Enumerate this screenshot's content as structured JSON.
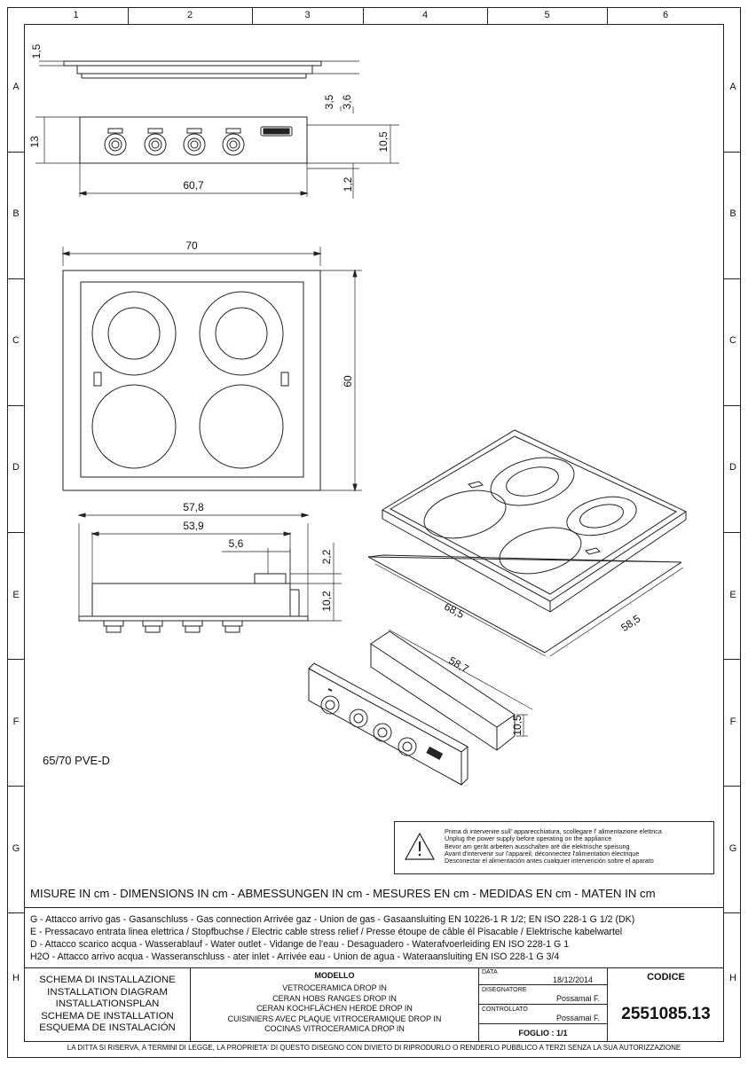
{
  "columns": [
    "1",
    "2",
    "3",
    "4",
    "5",
    "6"
  ],
  "rows": [
    "A",
    "B",
    "C",
    "D",
    "E",
    "F",
    "G",
    "H"
  ],
  "dimensions": {
    "front_knob_height": "1,5",
    "top_offset_1": "3,5",
    "top_offset_2": "3,6",
    "front_panel_height": "13",
    "front_panel_inner_height": "10,5",
    "front_panel_base": "1,2",
    "front_panel_width": "60,7",
    "hob_width": "70",
    "hob_depth": "60",
    "side_width_outer": "57,8",
    "side_width_inner": "53,9",
    "side_offset": "5,6",
    "side_top": "2,2",
    "side_height": "10,2",
    "cutout_width": "68,5",
    "cutout_depth": "58,5",
    "panel_length": "58,7",
    "panel_height": "10,5"
  },
  "model_label": "65/70 PVE-D",
  "warning": {
    "icon": "warning-triangle-icon",
    "lines": [
      "Prima di intervenire sull' apparecchiatura, scollegare l' alimentazione elettrica",
      "Unplug the power supply before operating on the appliance",
      "Bevor am gerät arbeiten ausschalten arë die elektrische speisung",
      "Avant d'intervenir sur l'appareil, déconnectez l'alimentation électrique",
      "Desconectar el alimentación antes cualquier intervención sobre el aparato"
    ]
  },
  "units_line": "MISURE IN cm - DIMENSIONS IN cm - ABMESSUNGEN IN cm - MESURES EN cm - MEDIDAS EN cm - MATEN IN cm",
  "connections": [
    "G - Attacco arrivo gas - Gasanschluss - Gas connection Arrivée gaz - Union de gas - Gasaansluiting EN 10226-1 R 1/2; EN ISO 228-1 G 1/2 (DK)",
    "E - Pressacavo entrata linea elettrica / Stopfbuchse / Electric cable stress relief / Presse étoupe de câble él Pisacable / Elektrische kabelwartel",
    "D - Attacco scarico acqua  - Wasserablauf - Water outlet - Vidange de l'eau - Desaguadero - Waterafvoerleiding  EN ISO 228-1  G 1",
    "H2O - Attacco arrivo acqua - Wasseranschluss - ater inlet - Arrivée eau - Union de agua - Wateraansluiting   EN ISO 228-1  G 3/4"
  ],
  "title_block": {
    "diagram_titles": [
      "SCHEMA DI INSTALLAZIONE",
      "INSTALLATION DIAGRAM",
      "INSTALLATIONSPLAN",
      "SCHEMA DE INSTALLATION",
      "ESQUEMA DE INSTALACIÓN"
    ],
    "modello_label": "MODELLO",
    "model_lines": [
      "VETROCERAMICA DROP IN",
      "CERAN HOBS RANGES DROP IN",
      "CERAN KOCHFLÄCHEN HERDE DROP IN",
      "CUISINIERS AVEC PLAQUE VITROCERAMIQUE DROP IN",
      "COCINAS VITROCERAMICA DROP IN"
    ],
    "data_label": "DATA",
    "data_value": "18/12/2014",
    "designer_label": "DISEGNATORE",
    "designer_value": "Possamai F.",
    "controller_label": "CONTROLLATO",
    "controller_value": "Possamai F.",
    "sheet": "FOGLIO : 1/1",
    "codice_label": "CODICE",
    "codice_value": "2551085.13"
  },
  "footer": "LA DITTA SI RISERVA, A TERMINI DI LEGGE, LA PROPRIETA' DI QUESTO DISEGNO CON DIVIETO DI RIPRODURLO O RENDERLO PUBBLICO A TERZI SENZA LA SUA AUTORIZZAZIONE"
}
